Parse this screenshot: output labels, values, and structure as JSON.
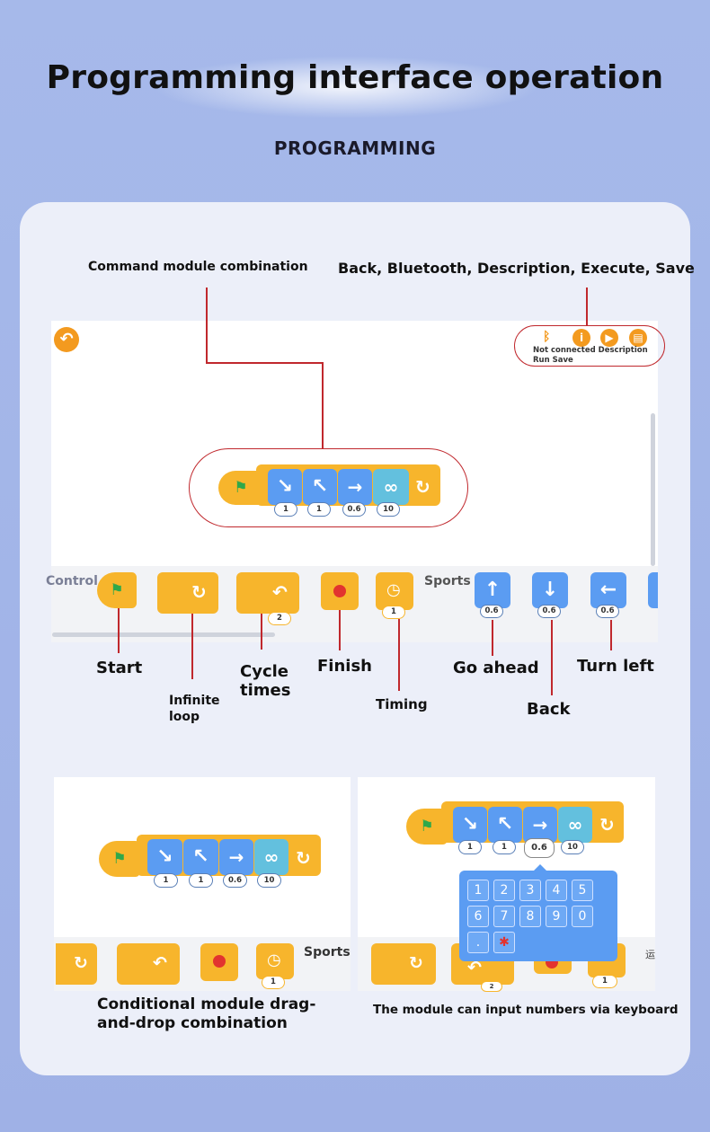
{
  "header": {
    "title": "Programming interface operation",
    "subtitle": "PROGRAMMING"
  },
  "annotations": {
    "command_combo": "Command module combination",
    "toolbar_desc": "Back, Bluetooth, Description, Execute, Save"
  },
  "toolbar": {
    "bluetooth_status": "Not connected",
    "description": "Description",
    "run": "Run",
    "save": "Save"
  },
  "palette": {
    "control_label": "Control",
    "sports_label": "Sports"
  },
  "values": {
    "turn_r": "1",
    "turn_l": "1",
    "forward": "0.6",
    "loop": "10",
    "cycle": "2",
    "timer": "1",
    "up": "0.6",
    "down": "0.6",
    "left": "0.6"
  },
  "labels": {
    "start": "Start",
    "infinite_loop": "Infinite loop",
    "cycle_times": "Cycle times",
    "finish": "Finish",
    "timing": "Timing",
    "go_ahead": "Go ahead",
    "back": "Back",
    "turn_left": "Turn left"
  },
  "captions": {
    "left": "Conditional module drag-and-drop combination",
    "right": "The module can input numbers via keyboard"
  },
  "keypad": {
    "keys": [
      "1",
      "2",
      "3",
      "4",
      "5",
      "6",
      "7",
      "8",
      "9",
      "0",
      "."
    ]
  },
  "partial_char": "运",
  "colors": {
    "orange": "#f7b52c",
    "blue": "#5b9cf2",
    "teal": "#63c0de",
    "red_line": "#c0282d",
    "bg": "#a6b9ea"
  }
}
